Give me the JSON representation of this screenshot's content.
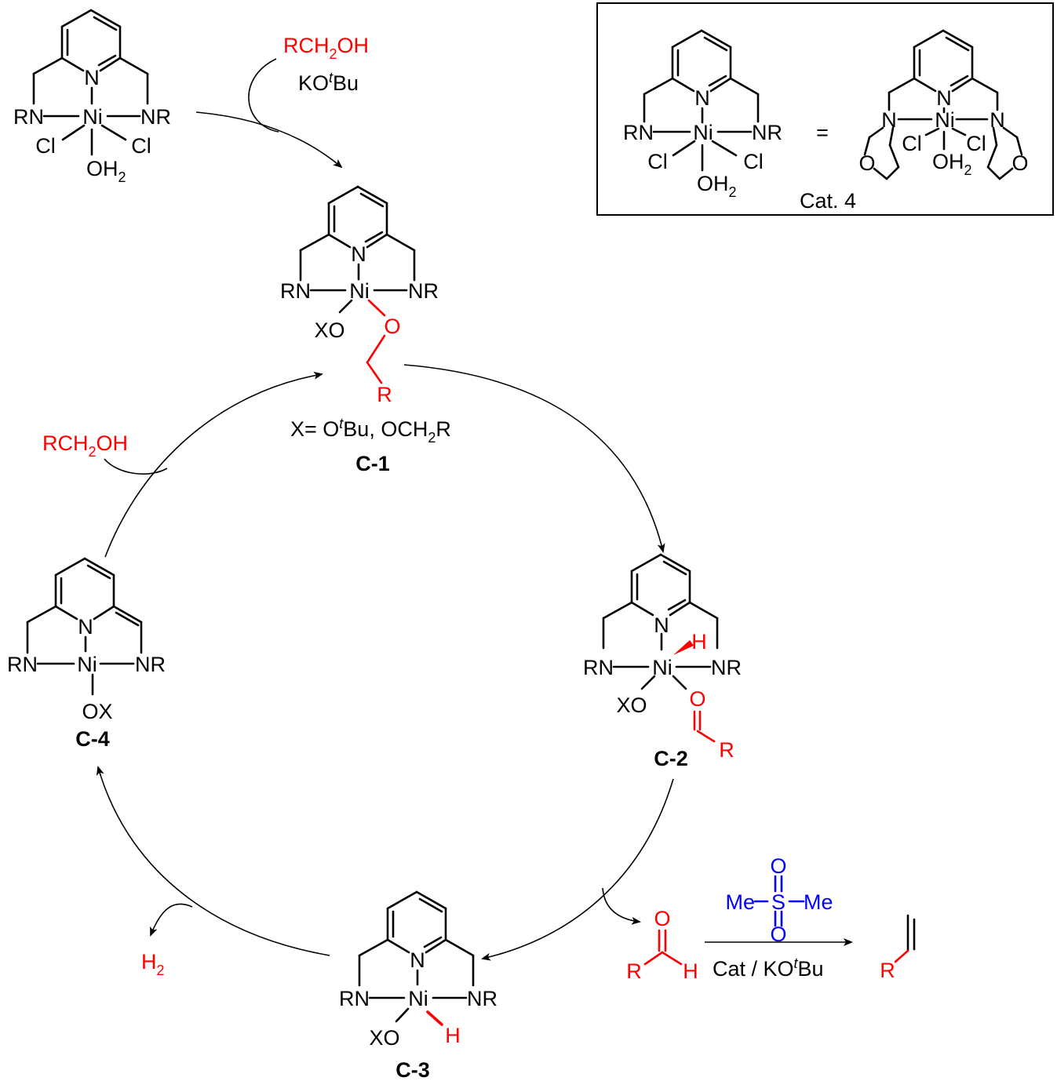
{
  "start_complex": {
    "atoms": {
      "N": "N",
      "Ni": "Ni",
      "RN": "RN",
      "NR": "NR",
      "Cl1": "Cl",
      "Cl2": "Cl",
      "OH": "OH",
      "sub2": "2"
    }
  },
  "reagents_top": {
    "alcohol_pre": "RCH",
    "alcohol_sub": "2",
    "alcohol_post": "OH",
    "base_pre": "KO",
    "base_sup": "t",
    "base_post": "Bu"
  },
  "inset": {
    "atoms": {
      "N": "N",
      "Ni": "Ni",
      "RN": "RN",
      "NR": "NR",
      "Cl1": "Cl",
      "Cl2": "Cl",
      "OH": "OH",
      "sub2": "2"
    },
    "equals": "=",
    "morph_atoms": {
      "N": "N",
      "Ni": "Ni",
      "NL": "N",
      "NRt": "N",
      "Cl1": "Cl",
      "Cl2": "Cl",
      "OH": "OH",
      "sub2": "2",
      "OL": "O",
      "OR": "O"
    },
    "label": "Cat. 4"
  },
  "c1": {
    "atoms": {
      "N": "N",
      "Ni": "Ni",
      "RN": "RN",
      "NR": "NR",
      "XO": "XO",
      "O": "O",
      "R": "R"
    },
    "x_def_pre": "X= O",
    "x_def_sup": "t",
    "x_def_mid": "Bu, OCH",
    "x_def_sub": "2",
    "x_def_post": "R",
    "label": "C-1"
  },
  "c2": {
    "atoms": {
      "N": "N",
      "Ni": "Ni",
      "RN": "RN",
      "NR": "NR",
      "XO": "XO",
      "H": "H",
      "O": "O",
      "R": "R"
    },
    "label": "C-2"
  },
  "c3": {
    "atoms": {
      "N": "N",
      "Ni": "Ni",
      "RN": "RN",
      "NR": "NR",
      "XO": "XO",
      "H": "H"
    },
    "label": "C-3"
  },
  "c4": {
    "atoms": {
      "N": "N",
      "Ni": "Ni",
      "RN": "RN",
      "NR": "NR",
      "OX": "OX"
    },
    "label": "C-4"
  },
  "reagent_left": {
    "alcohol_pre": "RCH",
    "alcohol_sub": "2",
    "alcohol_post": "OH"
  },
  "h2_release": {
    "pre": "H",
    "sub": "2"
  },
  "aldehyde": {
    "O": "O",
    "R": "R",
    "H": "H"
  },
  "sulfone": {
    "O_top": "O",
    "O_bottom": "O",
    "Me_left": "Me",
    "S": "S",
    "Me_right": "Me"
  },
  "olefination": {
    "cond_pre": "Cat / KO",
    "cond_sup": "t",
    "cond_post": "Bu"
  },
  "product": {
    "R": "R"
  },
  "colors": {
    "black": "#000000",
    "red": "#ff0000",
    "blue": "#0000ff"
  }
}
